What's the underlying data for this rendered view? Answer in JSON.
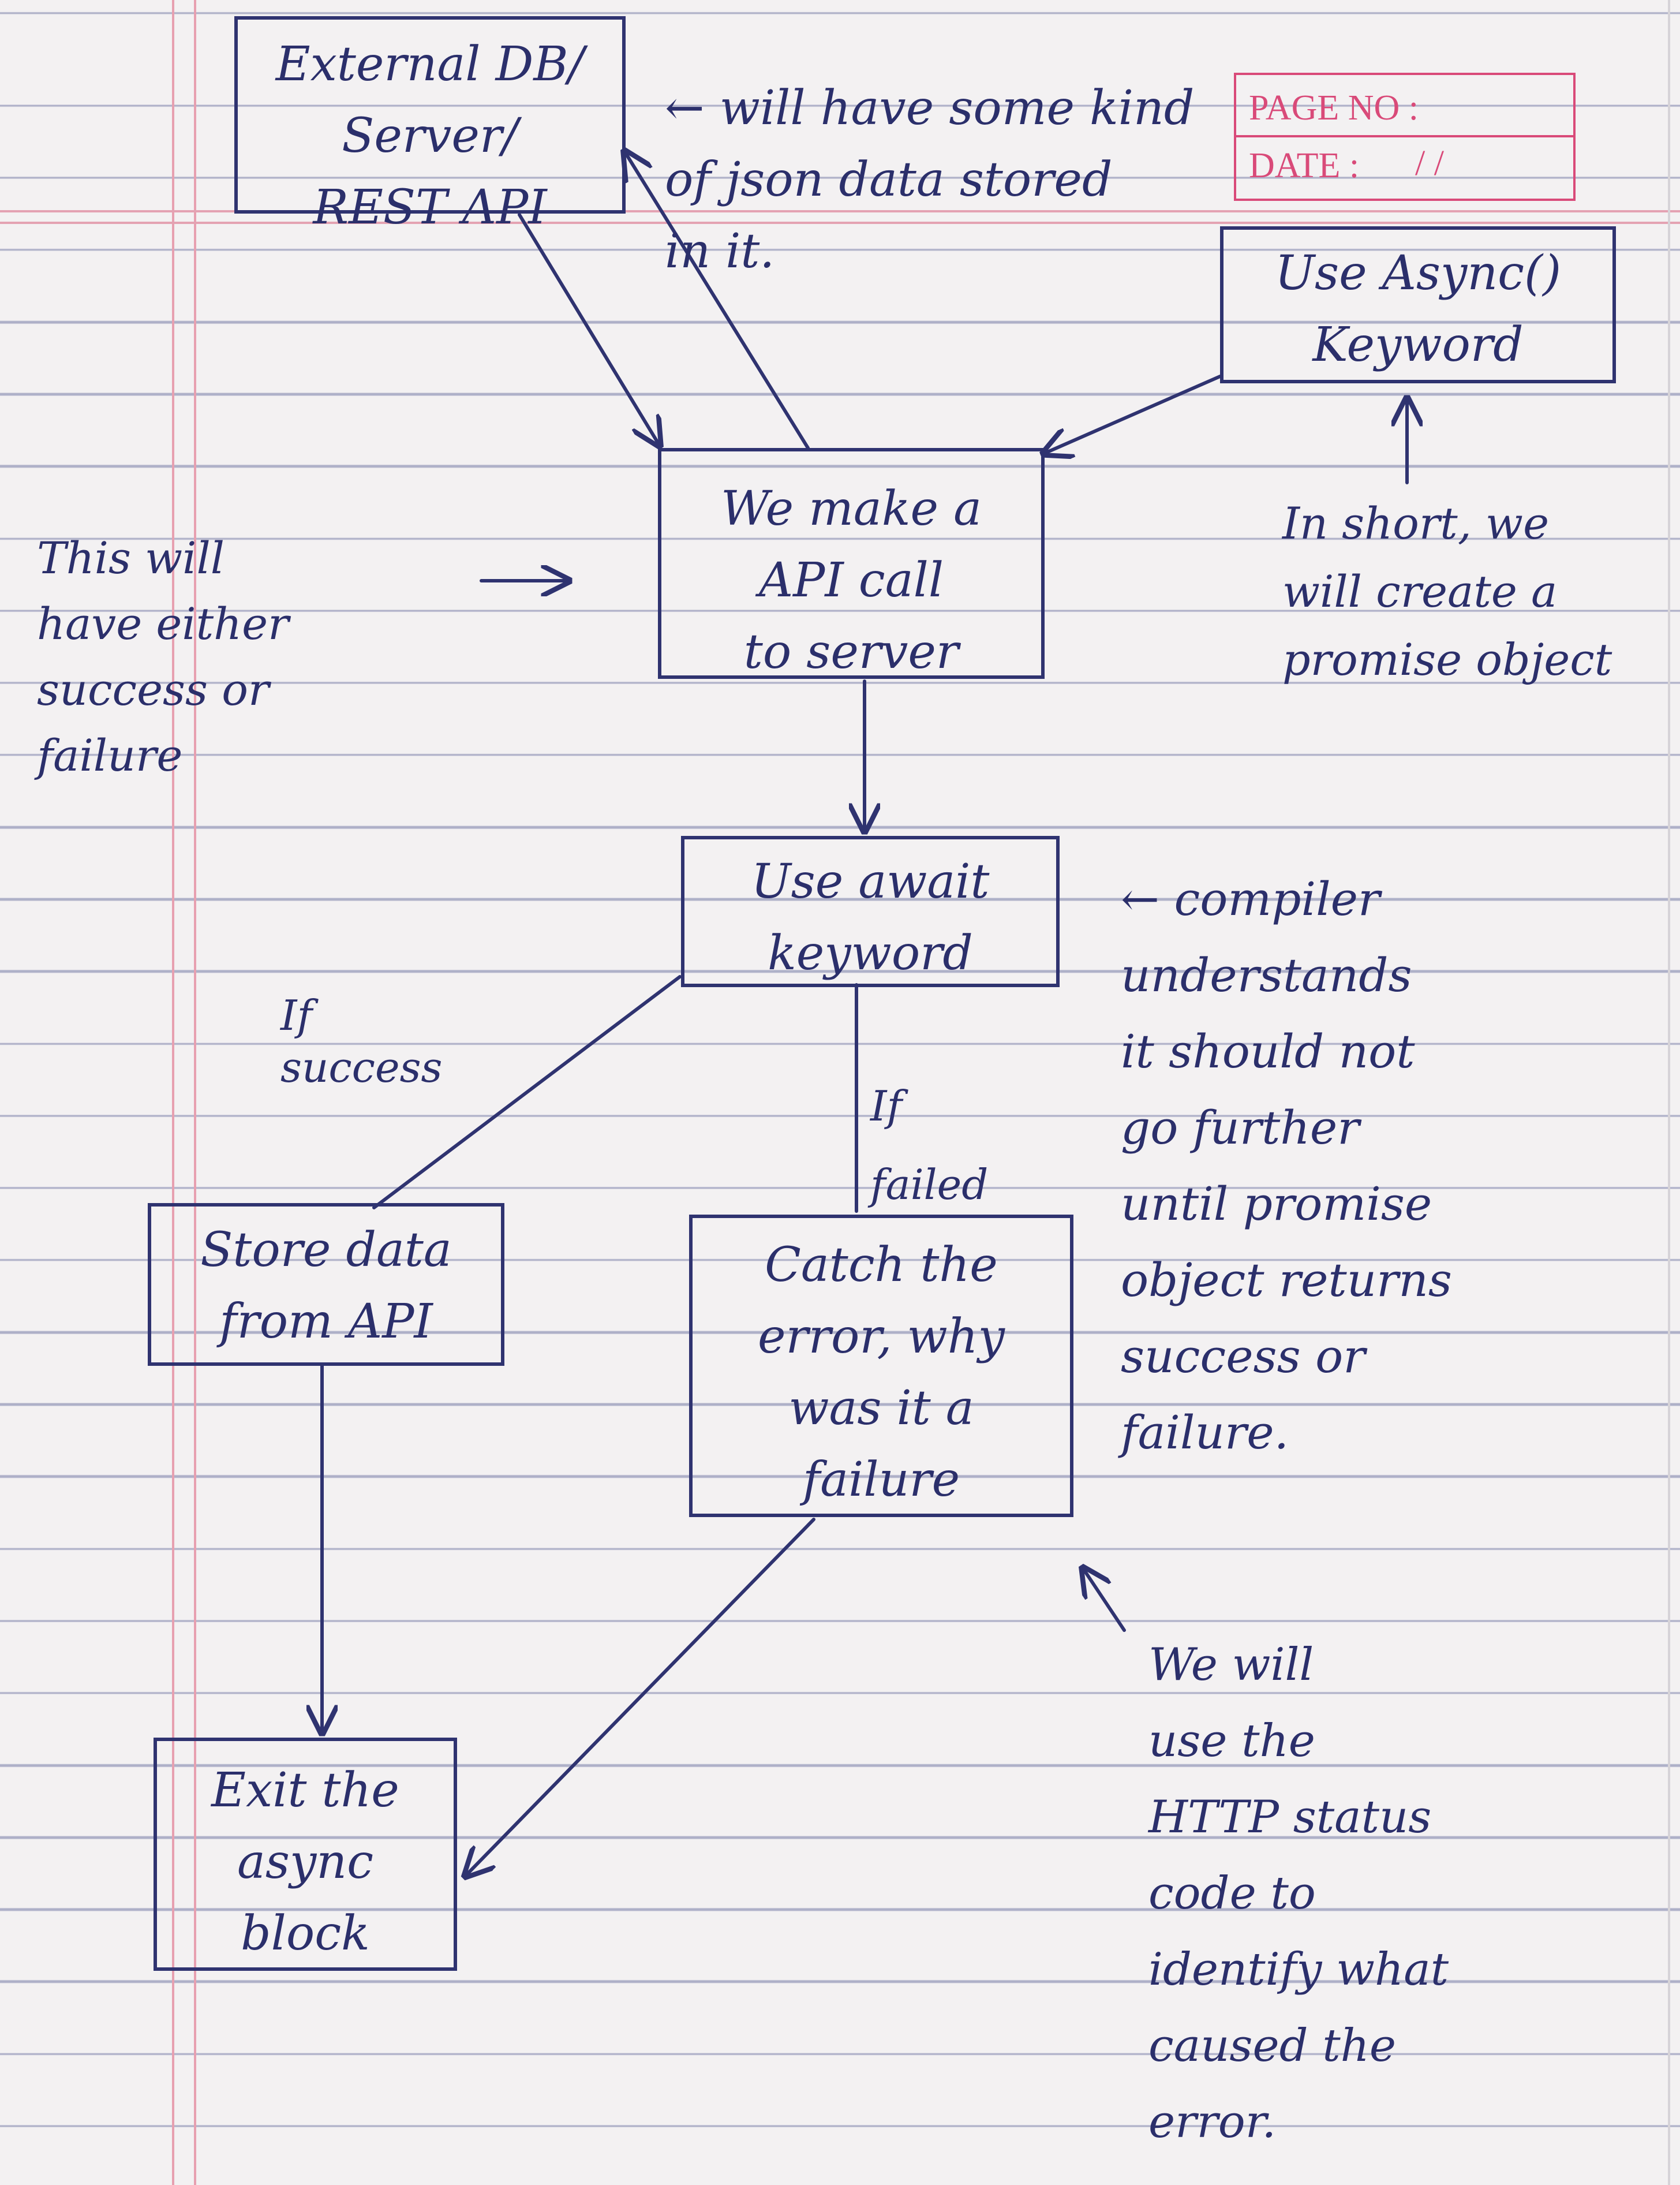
{
  "stamp": {
    "page_no_label": "PAGE NO :",
    "date_label": "DATE :",
    "date_value": "/   /"
  },
  "nodes": {
    "external_db": "External DB/\nServer/\nREST API",
    "api_call": "We make a\nAPI call\nto server",
    "async_keyword": "Use Async()\nKeyword",
    "await_keyword": "Use await\nkeyword",
    "store_data": "Store data\nfrom API",
    "catch_error": "Catch the\nerror, why\nwas it a\nfailure",
    "exit_async": "Exit the\nasync\nblock"
  },
  "annotations": {
    "json_data": "← will have some kind\nof json data stored\nin it.",
    "promise_object": "In short, we\nwill create a\npromise object",
    "success_failure": "This will\nhave either\nsuccess or\nfailure",
    "compiler": "← compiler\nunderstands\nit should not\ngo further\nuntil promise\nobject returns\nsuccess or\nfailure.",
    "http_status": "We will\nuse the\nHTTP status\ncode to\nidentify what\ncaused the\nerror."
  },
  "edge_labels": {
    "if_success": "If\nsuccess",
    "if_failed": "If\nfailed"
  },
  "colors": {
    "ink": "#2b2f6b",
    "stamp": "#d94a79",
    "paper": "#f3f1f2",
    "ruling": "#aeb0c8"
  }
}
